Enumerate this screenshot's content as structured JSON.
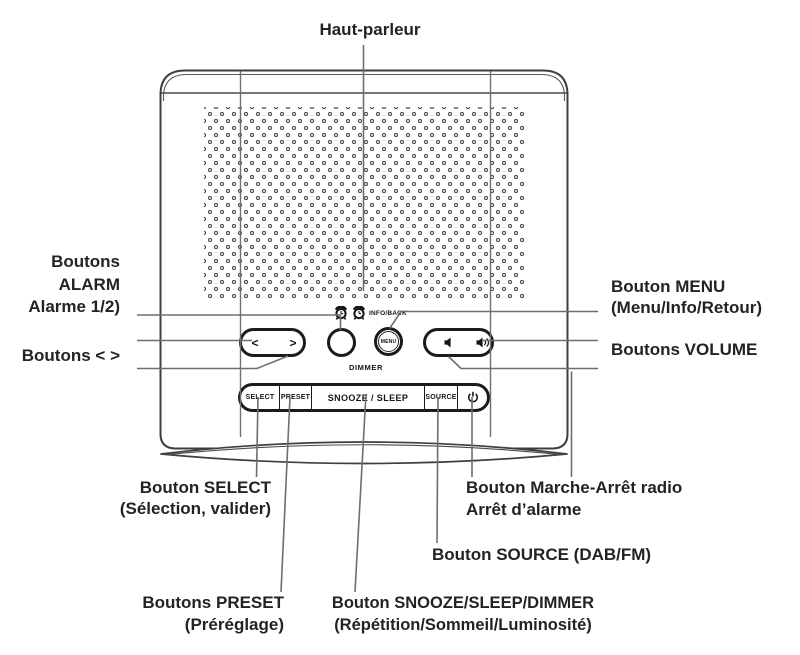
{
  "figure": {
    "kind": "product-manual-diagram",
    "subject": "DAB/FM clock radio front view with labeled controls",
    "language": "fr"
  },
  "device": {
    "buttons": {
      "prev": "<",
      "next": ">",
      "menu": "MENU",
      "info_back": "INFO/BACK",
      "dimmer": "DIMMER",
      "select": "SELECT",
      "preset": "PRESET",
      "snooze_sleep": "SNOOZE / SLEEP",
      "source": "SOURCE"
    },
    "icons": {
      "alarm": "two-alarm-clock-bells",
      "volume_down": "speaker",
      "volume_up": "speaker-with-waves",
      "power": "power-symbol",
      "speaker_grille": "perforated-dot-grid"
    }
  },
  "callouts": {
    "speaker": {
      "lines": [
        "Haut-parleur"
      ]
    },
    "alarm": {
      "lines": [
        "Boutons",
        "ALARM",
        "Alarme 1/2)"
      ]
    },
    "arrows": {
      "lines": [
        "Boutons < >"
      ]
    },
    "menu": {
      "lines": [
        "Bouton MENU",
        "(Menu/Info/Retour)"
      ]
    },
    "volume": {
      "lines": [
        "Boutons VOLUME"
      ]
    },
    "select": {
      "lines": [
        "Bouton SELECT",
        "(Sélection, valider)"
      ]
    },
    "power": {
      "lines": [
        "Bouton Marche-Arrêt radio",
        "Arrêt d’alarme"
      ]
    },
    "source": {
      "lines": [
        "Bouton SOURCE (DAB/FM)"
      ]
    },
    "preset": {
      "lines": [
        "Boutons PRESET",
        "(Préréglage)"
      ]
    },
    "snooze": {
      "lines": [
        "Bouton SNOOZE/SLEEP/DIMMER",
        "(Répétition/Sommeil/Luminosité)"
      ]
    }
  },
  "colors": {
    "text": "#262223",
    "leader_line": "#6e6e6e",
    "device_outline": "#3f3f3f",
    "button_stroke": "#1b1b1b",
    "background": "#ffffff"
  }
}
